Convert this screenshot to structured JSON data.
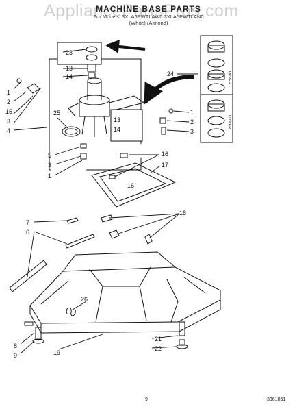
{
  "watermark": "AppliancePartsPros.com",
  "header": {
    "title": "MACHINE BASE PARTS",
    "line1": "For Models: 3XLA5PWTLAW0   3XLA5PWTLAN0",
    "line2": "(White)          (Almond)"
  },
  "callouts": [
    "1",
    "2",
    "3",
    "4",
    "5",
    "6",
    "7",
    "8",
    "9",
    "13",
    "14",
    "15",
    "16",
    "17",
    "18",
    "19",
    "21",
    "22",
    "23",
    "24",
    "25",
    "26"
  ],
  "inset": {
    "upper": "UPPER",
    "lower": "LOWER"
  },
  "footer": {
    "page": "9",
    "doc_number": "3361061"
  }
}
